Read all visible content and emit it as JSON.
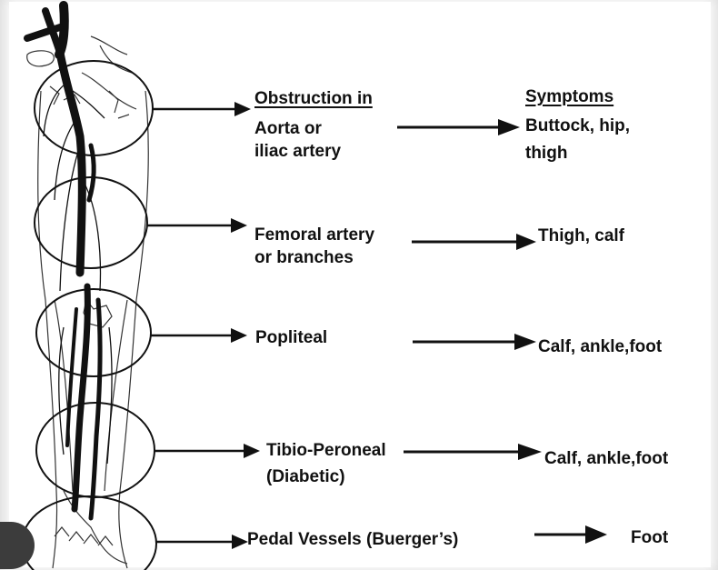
{
  "headers": {
    "obstruction": "Obstruction in",
    "symptoms": "Symptoms"
  },
  "levels": [
    {
      "site": [
        "Aorta or",
        "iliac artery"
      ],
      "symptoms": [
        "Buttock, hip,",
        "thigh"
      ]
    },
    {
      "site": [
        "Femoral artery",
        "or branches"
      ],
      "symptoms": [
        "Thigh, calf"
      ]
    },
    {
      "site": [
        "Popliteal"
      ],
      "symptoms": [
        "Calf, ankle,foot"
      ]
    },
    {
      "site": [
        "Tibio-Peroneal",
        "(Diabetic)"
      ],
      "symptoms": [
        "Calf, ankle,foot"
      ]
    },
    {
      "site": [
        "Pedal Vessels (Buerger’s)"
      ],
      "symptoms": [
        "Foot"
      ]
    }
  ],
  "colors": {
    "ink": "#111111",
    "background": "#ffffff"
  }
}
